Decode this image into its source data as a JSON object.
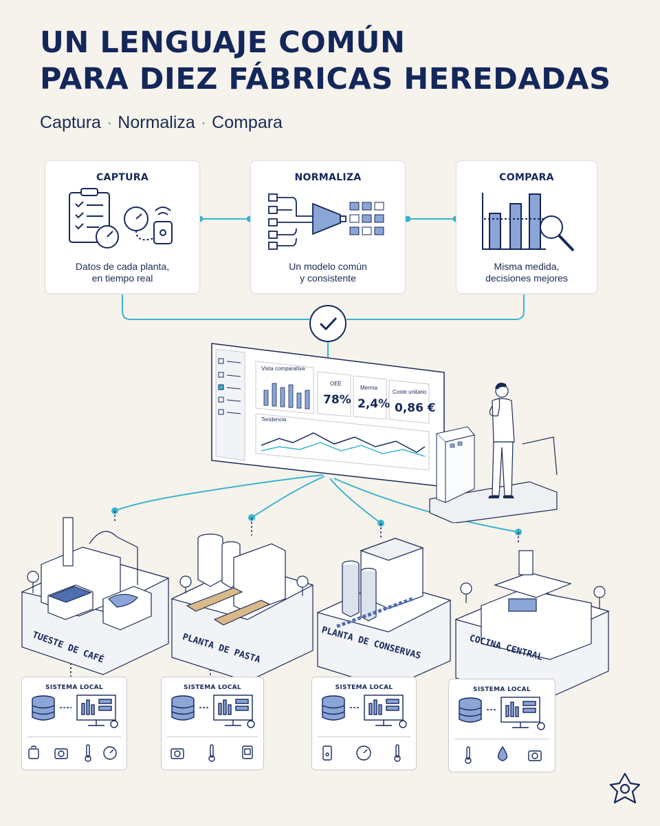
{
  "title_line1": "UN LENGUAJE COMÚN",
  "title_line2": "PARA DIEZ FÁBRICAS HEREDADAS",
  "subtitle": [
    "Captura",
    "Normaliza",
    "Compara"
  ],
  "stages": [
    {
      "title": "CAPTURA",
      "desc1": "Datos de cada planta,",
      "desc2": "en tiempo real",
      "icon": "clipboard-gauge-sensor-icon"
    },
    {
      "title": "NORMALIZA",
      "desc1": "Un modelo común",
      "desc2": "y consistente",
      "icon": "funnel-grid-icon"
    },
    {
      "title": "COMPARA",
      "desc1": "Misma medida,",
      "desc2": "decisiones mejores",
      "icon": "bar-chart-magnifier-icon"
    }
  ],
  "dashboard": {
    "panel_title": "Vista comparativa",
    "trend_title": "Tendencia",
    "kpis": [
      {
        "label": "OEE",
        "value": "78%"
      },
      {
        "label": "Merma",
        "value": "2,4%"
      },
      {
        "label": "Coste unitario",
        "value": "0,86 €"
      }
    ]
  },
  "plants": [
    {
      "name": "TUESTE DE CAFÉ"
    },
    {
      "name": "PLANTA DE PASTA"
    },
    {
      "name": "PLANTA DE CONSERVAS"
    },
    {
      "name": "COCINA CENTRAL"
    }
  ],
  "local_system_title": "SISTEMA LOCAL",
  "colors": {
    "navy": "#14275a",
    "accent": "#3bb3cf",
    "background": "#f6f3ec",
    "fill_blue": "#8aa5d6"
  }
}
